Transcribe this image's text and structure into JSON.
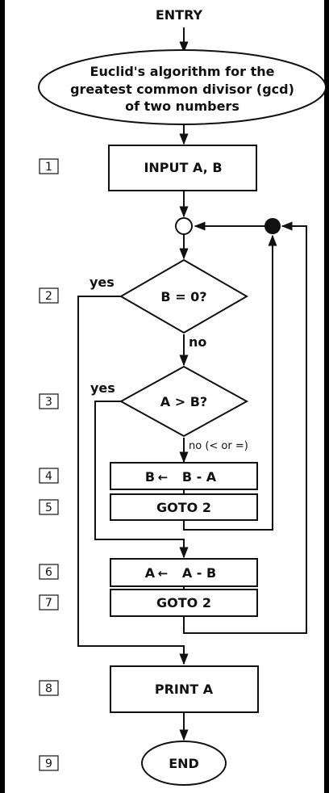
{
  "diagram": {
    "entry": "ENTRY",
    "title_lines": [
      "Euclid's algorithm for the",
      "greatest common divisor (gcd)",
      "of two numbers"
    ],
    "step_numbers": [
      "1",
      "2",
      "3",
      "4",
      "5",
      "6",
      "7",
      "8",
      "9"
    ],
    "input_box": "INPUT A, B",
    "decision_1": "B = 0?",
    "decision_2": "A > B?",
    "yes_1": "yes",
    "yes_2": "yes",
    "no_1": "no",
    "no_2": "no (< or =)",
    "op_b": {
      "target": "B",
      "expr": "B - A"
    },
    "goto_a": "GOTO 2",
    "op_a": {
      "target": "A",
      "expr": "A - B"
    },
    "goto_b": "GOTO 2",
    "print_box": "PRINT A",
    "end": "END"
  }
}
